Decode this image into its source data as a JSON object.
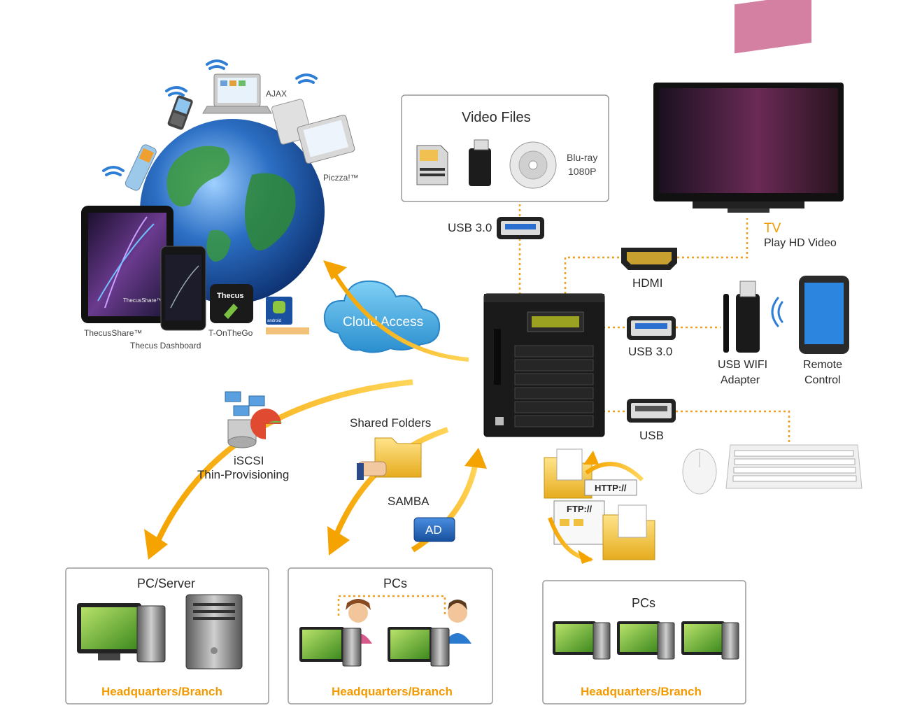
{
  "labels": {
    "ajax": "AJAX",
    "piczza": "Piczza!™",
    "thecusshare": "ThecusShare™",
    "thecus_dashboard": "Thecus Dashboard",
    "t_onthego": "T-OnTheGo",
    "cloud_access": "Cloud Access",
    "video_files": "Video Files",
    "bluray_line1": "Blu-ray",
    "bluray_line2": "1080P",
    "usb30_top": "USB 3.0",
    "usb30_mid": "USB 3.0",
    "usb": "USB",
    "hdmi": "HDMI",
    "tv": "TV",
    "tv_sub": "Play HD Video",
    "usb_wifi_line1": "USB WIFI",
    "usb_wifi_line2": "Adapter",
    "remote_line1": "Remote",
    "remote_line2": "Control",
    "iscsi_line1": "iSCSI",
    "iscsi_line2": "Thin-Provisioning",
    "shared_folders": "Shared Folders",
    "samba": "SAMBA",
    "ad": "AD",
    "http": "HTTP://",
    "ftp": "FTP://",
    "tablet_screen": "ThecusShare™",
    "thecus_badge": "Thecus",
    "android_badge": "android"
  },
  "boxes": [
    {
      "title": "PC/Server",
      "footer": "Headquarters/Branch"
    },
    {
      "title": "PCs",
      "footer": "Headquarters/Branch"
    },
    {
      "title": "PCs",
      "footer": "Headquarters/Branch"
    }
  ],
  "colors": {
    "accent_orange": "#f29a00",
    "cloud_blue": "#3aa0d8",
    "ad_blue": "#1e5fb0",
    "globe_blue": "#1e5aa8"
  }
}
